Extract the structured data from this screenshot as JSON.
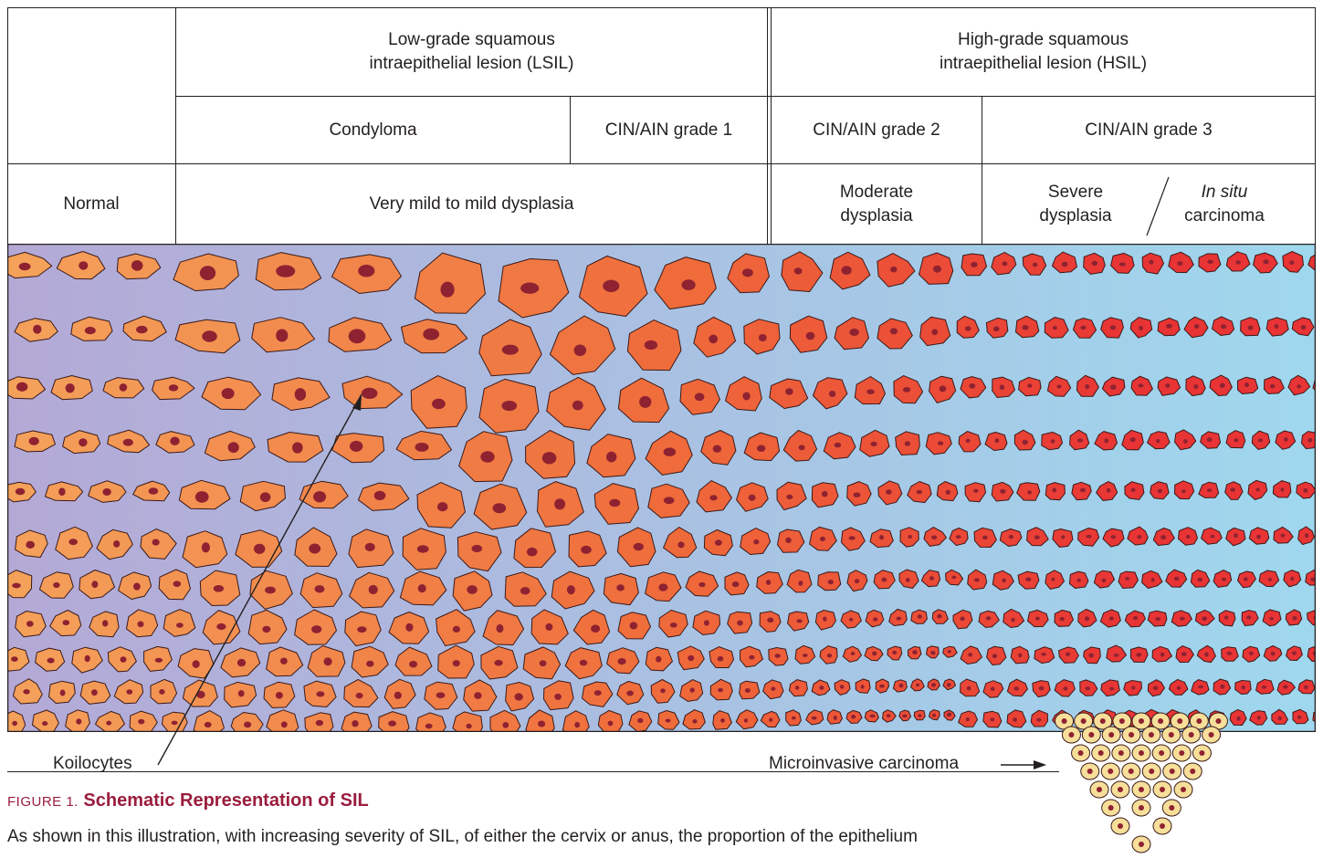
{
  "header": {
    "lsil": "Low-grade squamous\nintraepithelial lesion (LSIL)",
    "hsil": "High-grade squamous\nintraepithelial lesion (HSIL)",
    "condyloma": "Condyloma",
    "cin1": "CIN/AIN grade 1",
    "cin2": "CIN/AIN grade 2",
    "cin3": "CIN/AIN grade 3",
    "normal": "Normal",
    "very_mild": "Very mild to mild dysplasia",
    "moderate": "Moderate\ndysplasia",
    "severe": "Severe\ndysplasia",
    "in_situ_italic": "In situ",
    "in_situ_rest": "carcinoma"
  },
  "labels": {
    "koilocytes": "Koilocytes",
    "microinvasive": "Microinvasive carcinoma"
  },
  "caption": {
    "figure": "FIGURE 1.",
    "title": "Schematic Representation of SIL",
    "body": "As shown in this illustration, with increasing severity of SIL, of either the cervix or anus, the proportion of the epithelium"
  },
  "colors": {
    "normal_cell": "#f4a05a",
    "dysplastic_cell": "#ef6a3a",
    "carcinoma_cell": "#e83434",
    "nucleus": "#8f2231",
    "invasive_cell": "#f7df9a",
    "bg_left": "#b4a9d6",
    "bg_right": "#9fd8ee",
    "accent": "#9a1d3d"
  }
}
